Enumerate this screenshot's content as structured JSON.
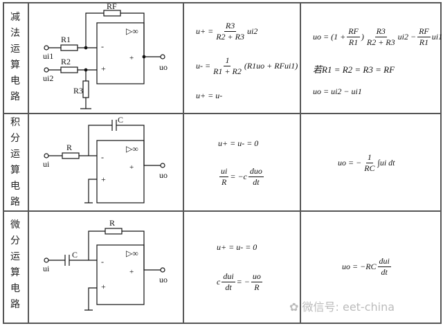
{
  "rows": [
    {
      "label": [
        "减",
        "法",
        "运",
        "算",
        "电",
        "路"
      ],
      "circuit": {
        "rf": "RF",
        "r1": "R1",
        "r2": "R2",
        "r3": "R3",
        "in1": "ui1",
        "in2": "ui2",
        "out": "uo",
        "amp": "▷∞",
        "minus": "-",
        "plus": "+"
      },
      "eq": [
        "u+ =",
        "R3",
        "R2 + R3",
        "ui2",
        "u- =",
        "1",
        "R1 + R2",
        "(R1uo + RFui1)",
        "u+ = u-"
      ],
      "result": [
        "uo = (1 +",
        "RF",
        "R1",
        ")",
        "R3",
        "R2 + R3",
        "ui2 −",
        "RF",
        "R1",
        "ui1",
        "若R1 = R2 = R3 = RF",
        "uo = ui2 − ui1"
      ]
    },
    {
      "label": [
        "积",
        "分",
        "运",
        "算",
        "电",
        "路"
      ],
      "circuit": {
        "c": "C",
        "r": "R",
        "in": "ui",
        "out": "uo",
        "amp": "▷∞",
        "minus": "-",
        "plus": "+"
      },
      "eq": [
        "u+ = u- = 0",
        "ui",
        "R",
        "= −c",
        "duo",
        "dt"
      ],
      "result": [
        "uo = −",
        "1",
        "RC",
        "∫ui dt"
      ]
    },
    {
      "label": [
        "微",
        "分",
        "运",
        "算",
        "电",
        "路"
      ],
      "circuit": {
        "c": "C",
        "r": "R",
        "in": "ui",
        "out": "uo",
        "amp": "▷∞",
        "minus": "-",
        "plus": "+"
      },
      "eq": [
        "u+ = u- = 0",
        "c",
        "dui",
        "dt",
        "= −",
        "uo",
        "R"
      ],
      "result": [
        "uo = −RC",
        "dui",
        "dt"
      ]
    }
  ],
  "watermark": "✿ 微信号: eet-china"
}
